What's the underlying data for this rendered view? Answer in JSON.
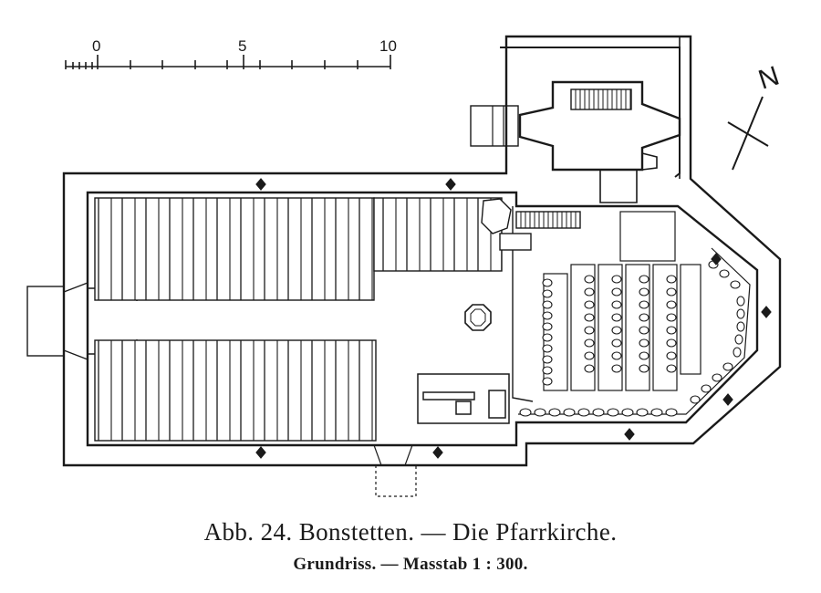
{
  "scale_bar": {
    "labels": [
      "0",
      "5",
      "10"
    ]
  },
  "north_arrow": {
    "label": "N"
  },
  "caption": {
    "line1": "Abb. 24. Bonstetten. — Die Pfarrkirche.",
    "line2": "Grundriss. — Masstab 1 : 300."
  },
  "colors": {
    "ink": "#1a1a1a",
    "paper": "#ffffff"
  }
}
